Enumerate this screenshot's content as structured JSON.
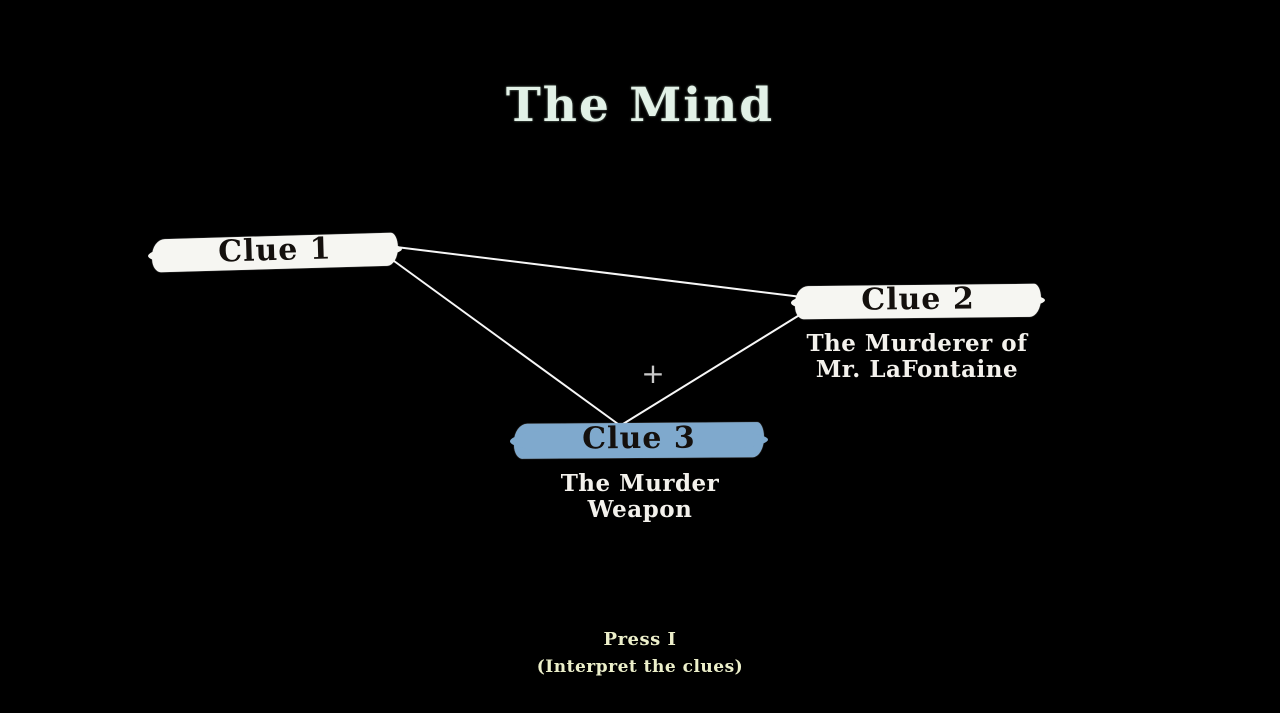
{
  "title": "The Mind",
  "crosshair_glyph": "+",
  "nodes": [
    {
      "label": "Clue 1",
      "subtitle_line1": "",
      "subtitle_line2": "",
      "highlighted": false
    },
    {
      "label": "Clue 2",
      "subtitle_line1": "The Murderer of",
      "subtitle_line2": "Mr. LaFontaine",
      "highlighted": false
    },
    {
      "label": "Clue 3",
      "subtitle_line1": "The Murder",
      "subtitle_line2": "Weapon",
      "highlighted": true
    }
  ],
  "footer": {
    "line1": "Press I",
    "line2": "(Interpret the clues)"
  },
  "colors": {
    "background": "#000000",
    "node_default": "#f6f6f2",
    "node_highlighted": "#7fa9cd",
    "connection_line": "#f7f7f7",
    "title_text": "#e2f1e7",
    "footer_text": "#ecefca",
    "subtitle_text": "#f3f1ec"
  }
}
